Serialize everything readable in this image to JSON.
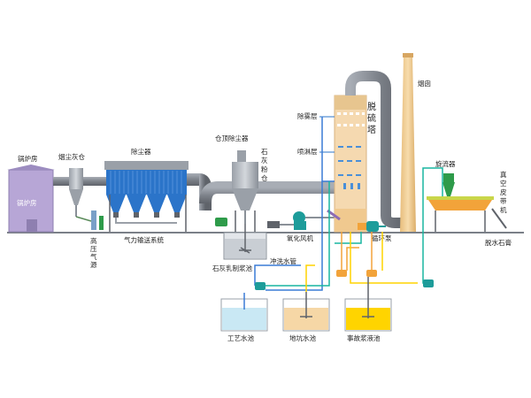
{
  "labels": {
    "boiler_house": "锅炉房",
    "boiler_house_inner": "锅炉房",
    "flue_ash_silo": "烟尘灰仓",
    "dust_collector": "除尘器",
    "pneumatic_system": "气力输送系统",
    "hp_air_source": [
      "高",
      "压",
      "气",
      "源"
    ],
    "silo_top_dust": "仓顶除尘器",
    "lime_silo": [
      "石",
      "灰",
      "粉",
      "仓"
    ],
    "lime_slurry_tank": "石灰乳制浆池",
    "flush_pipe": "冲洗水管",
    "oxidation_fan": "氧化风机",
    "demister": "除雾层",
    "spray_layer": "喷淋层",
    "tower": [
      "脱",
      "硫",
      "塔"
    ],
    "chimney": "烟囱",
    "circ_pump": "循环泵",
    "cyclone": "旋流器",
    "vacuum_belt": [
      "真",
      "空",
      "皮",
      "带",
      "机"
    ],
    "gypsum": "脱水石膏",
    "process_tank": "工艺水池",
    "pit_tank": "地坑水池",
    "emergency_tank": "事故浆液池"
  },
  "colors": {
    "duct": "#8b9099",
    "duct_dark": "#6e737b",
    "building": "#b7a6d6",
    "bag_blue": "#2b74c9",
    "tower": "#f5d9b0",
    "chimney": "#f2cf9a",
    "water_green": "#19b6a0",
    "water_blue": "#3a7bd5",
    "orange": "#f2a33a",
    "yellow": "#ffd400",
    "pit_fill": "#f6d7a6",
    "process_fill": "#c9e8f4"
  }
}
